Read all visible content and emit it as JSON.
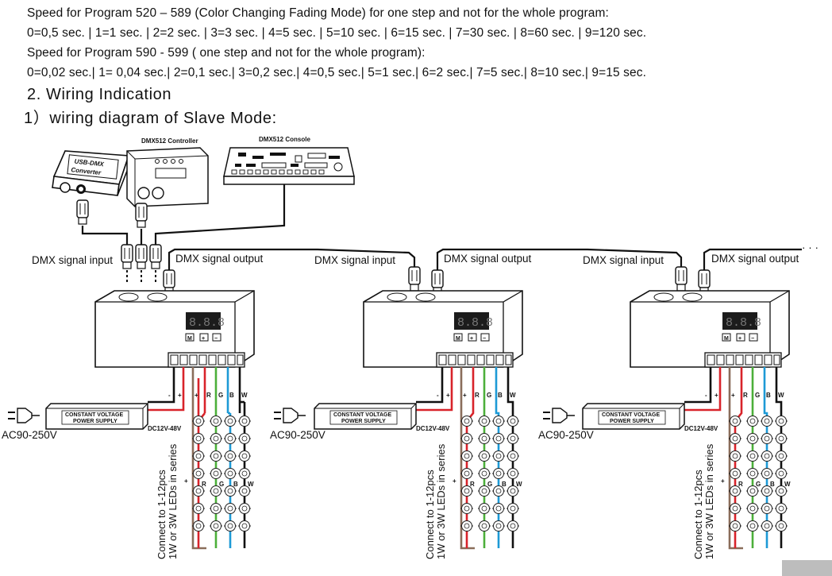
{
  "text": {
    "line1": "Speed for Program 520 – 589 (Color Changing Fading Mode) for one step and not for the whole program:",
    "line2": "0=0,5 sec. | 1=1 sec. | 2=2 sec. | 3=3 sec. | 4=5 sec. | 5=10 sec. | 6=15 sec. | 7=30 sec. | 8=60 sec. | 9=120 sec.",
    "line3": "Speed for Program 590 - 599 ( one step and not for the whole program):",
    "line4": "0=0,02 sec.| 1= 0,04 sec.| 2=0,1 sec.| 3=0,2 sec.| 4=0,5 sec.| 5=1 sec.| 6=2 sec.| 7=5 sec.| 8=10 sec.| 9=15 sec."
  },
  "section": {
    "heading": "2. Wiring Indication",
    "subheading": "1）wiring  diagram of Slave Mode:"
  },
  "diagram": {
    "usb_label_1": "USB-DMX",
    "usb_label_2": "Converter",
    "controller_label": "DMX512 Controller",
    "console_label": "DMX512 Console",
    "dmx_in": "DMX signal input",
    "dmx_out": "DMX signal output",
    "psu_line1": "CONSTANT VOLTAGE",
    "psu_line2": "POWER SUPPLY",
    "ac_label": "AC90-250V",
    "dc_label": "DC12V-48V",
    "led_note_1": "Connect to 1-12pcs",
    "led_note_2": "1W or 3W LEDs in series",
    "terminal_minus": "-",
    "terminal_plus": "+",
    "r": "R",
    "g": "G",
    "b": "B",
    "w": "W",
    "display": "8.8.8",
    "btn_m": "M",
    "btn_plus": "+",
    "btn_minus": "−",
    "ellipsis": "· · ·"
  },
  "colors": {
    "red": "#d8232a",
    "green": "#4caf3a",
    "blue": "#1d9ad6",
    "brown": "#8a6d5a"
  }
}
